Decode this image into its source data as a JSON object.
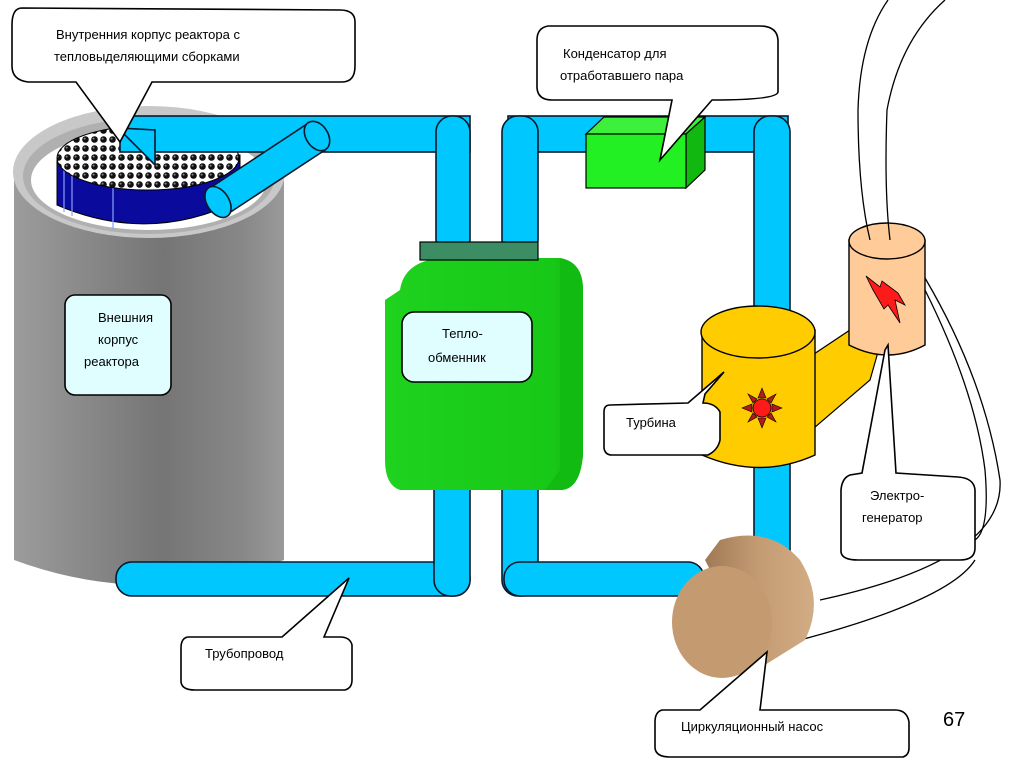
{
  "slide": {
    "page_number": "67"
  },
  "colors": {
    "pipe": "#00c8ff",
    "reactor_outer": "#8a8a8a",
    "reactor_core": "#0a0a9c",
    "heat_exchanger": "#19d419",
    "condenser": "#22f022",
    "turbine": "#ffcc00",
    "generator": "#ffcc99",
    "pump": "#c8a07a",
    "spark": "#ff1a1a",
    "label_fill_light": "#e0feff"
  },
  "labels": {
    "inner_core": [
      "Внутренния корпус реактора с",
      "тепловыделяющими сборками"
    ],
    "condenser": [
      "Конденсатор для",
      "отработавшего пара"
    ],
    "outer_vessel": [
      "Внешния",
      "корпус",
      "реактора"
    ],
    "heat_exchanger": [
      "Тепло-",
      "обменник"
    ],
    "turbine": [
      "Турбина"
    ],
    "generator": [
      "Электро-",
      "генератор"
    ],
    "pipeline": [
      "Трубопровод"
    ],
    "pump": [
      "Циркуляционный насос"
    ]
  },
  "icons": {
    "turbine_symbol": "sun-burst",
    "generator_symbol": "lightning-bolt"
  }
}
